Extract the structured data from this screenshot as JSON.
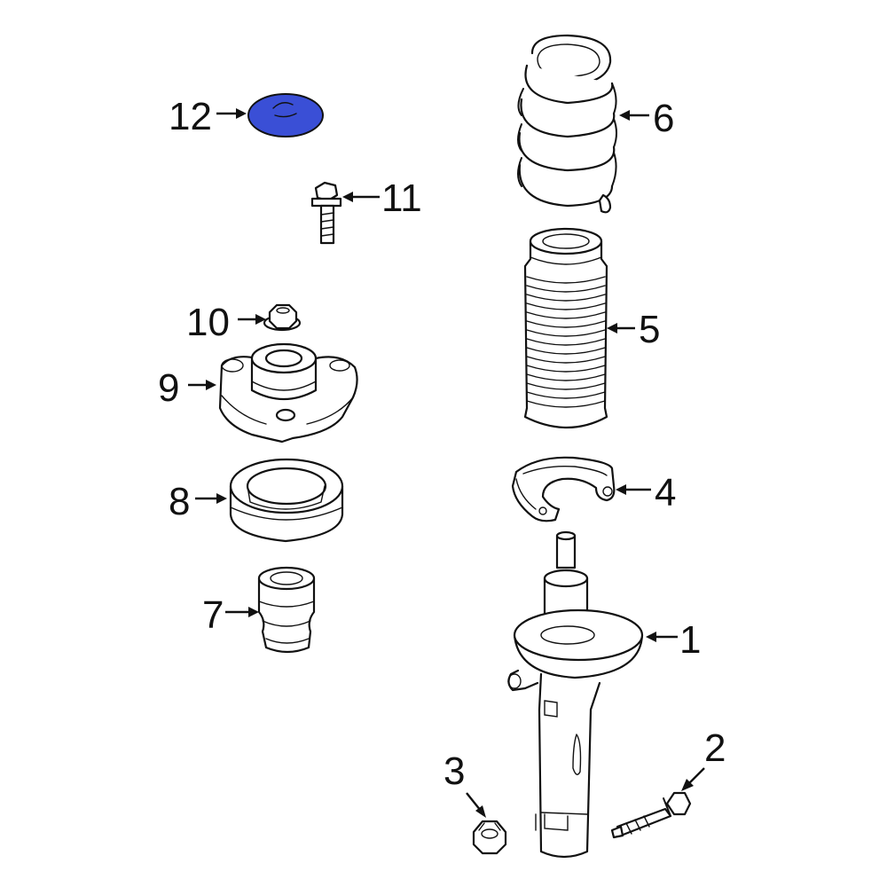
{
  "diagram": {
    "highlight_color": "#3a4fd6",
    "line_color": "#111111",
    "callouts": [
      {
        "id": "1",
        "label": "1",
        "part": "strut-assembly"
      },
      {
        "id": "2",
        "label": "2",
        "part": "bolt"
      },
      {
        "id": "3",
        "label": "3",
        "part": "nut"
      },
      {
        "id": "4",
        "label": "4",
        "part": "spring-seat"
      },
      {
        "id": "5",
        "label": "5",
        "part": "dust-boot"
      },
      {
        "id": "6",
        "label": "6",
        "part": "coil-spring"
      },
      {
        "id": "7",
        "label": "7",
        "part": "bump-stop"
      },
      {
        "id": "8",
        "label": "8",
        "part": "strut-bearing"
      },
      {
        "id": "9",
        "label": "9",
        "part": "strut-mount"
      },
      {
        "id": "10",
        "label": "10",
        "part": "mount-nut"
      },
      {
        "id": "11",
        "label": "11",
        "part": "mount-bolt"
      },
      {
        "id": "12",
        "label": "12",
        "part": "cap",
        "highlighted": true
      }
    ]
  }
}
